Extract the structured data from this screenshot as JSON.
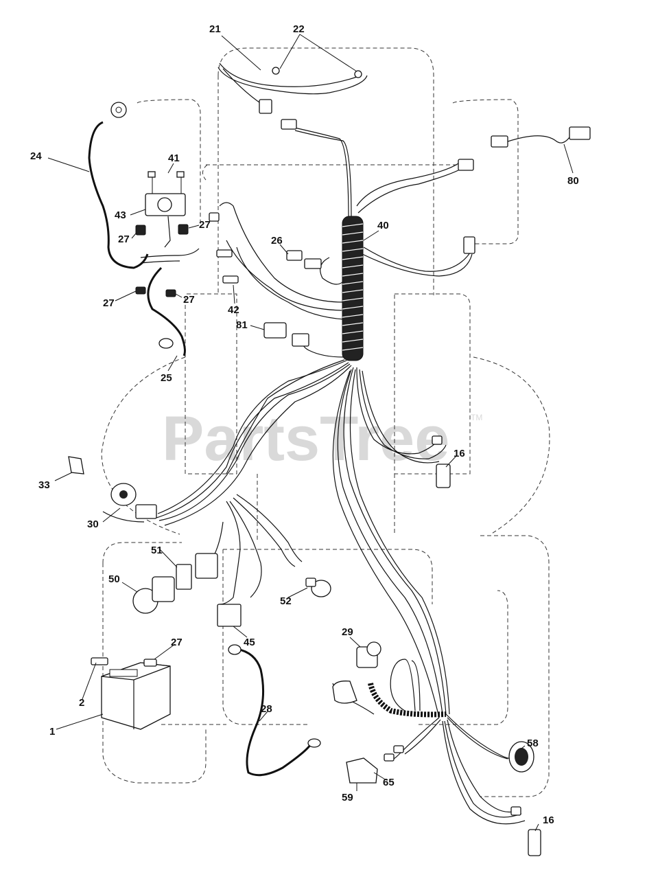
{
  "watermark": {
    "text": "PartsTree",
    "tm": "TM"
  },
  "callouts": [
    {
      "key": "c21",
      "text": "21"
    },
    {
      "key": "c22",
      "text": "22"
    },
    {
      "key": "c24",
      "text": "24"
    },
    {
      "key": "c41",
      "text": "41"
    },
    {
      "key": "c43",
      "text": "43"
    },
    {
      "key": "c27a",
      "text": "27"
    },
    {
      "key": "c27b",
      "text": "27"
    },
    {
      "key": "c27c",
      "text": "27"
    },
    {
      "key": "c27d",
      "text": "27"
    },
    {
      "key": "c27e",
      "text": "27"
    },
    {
      "key": "c40",
      "text": "40"
    },
    {
      "key": "c26",
      "text": "26"
    },
    {
      "key": "c42",
      "text": "42"
    },
    {
      "key": "c81",
      "text": "81"
    },
    {
      "key": "c80",
      "text": "80"
    },
    {
      "key": "c25",
      "text": "25"
    },
    {
      "key": "c16a",
      "text": "16"
    },
    {
      "key": "c16b",
      "text": "16"
    },
    {
      "key": "c33",
      "text": "33"
    },
    {
      "key": "c30",
      "text": "30"
    },
    {
      "key": "c51",
      "text": "51"
    },
    {
      "key": "c50",
      "text": "50"
    },
    {
      "key": "c52",
      "text": "52"
    },
    {
      "key": "c45",
      "text": "45"
    },
    {
      "key": "c29",
      "text": "29"
    },
    {
      "key": "c2",
      "text": "2"
    },
    {
      "key": "c1",
      "text": "1"
    },
    {
      "key": "c28",
      "text": "28"
    },
    {
      "key": "c58",
      "text": "58"
    },
    {
      "key": "c59",
      "text": "59"
    },
    {
      "key": "c65",
      "text": "65"
    }
  ]
}
